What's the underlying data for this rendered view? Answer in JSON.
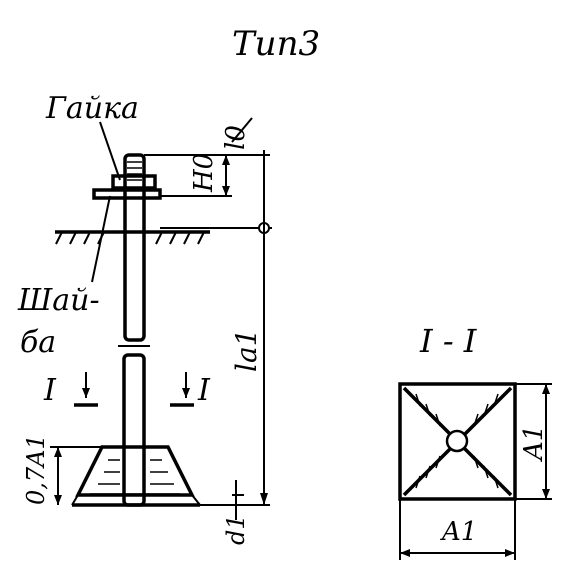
{
  "title": "Тип3",
  "labels": {
    "nut": "Гайка",
    "washer_line1": "Шай-",
    "washer_line2": "ба",
    "section_mark": "I",
    "section_title": "I - I",
    "dim_l0": "l0",
    "dim_h0": "H0",
    "dim_la1": "la1",
    "dim_07a1": "0,7A1",
    "dim_d1": "d1",
    "dim_a1_right": "A1",
    "dim_a1_bottom": "A1"
  }
}
